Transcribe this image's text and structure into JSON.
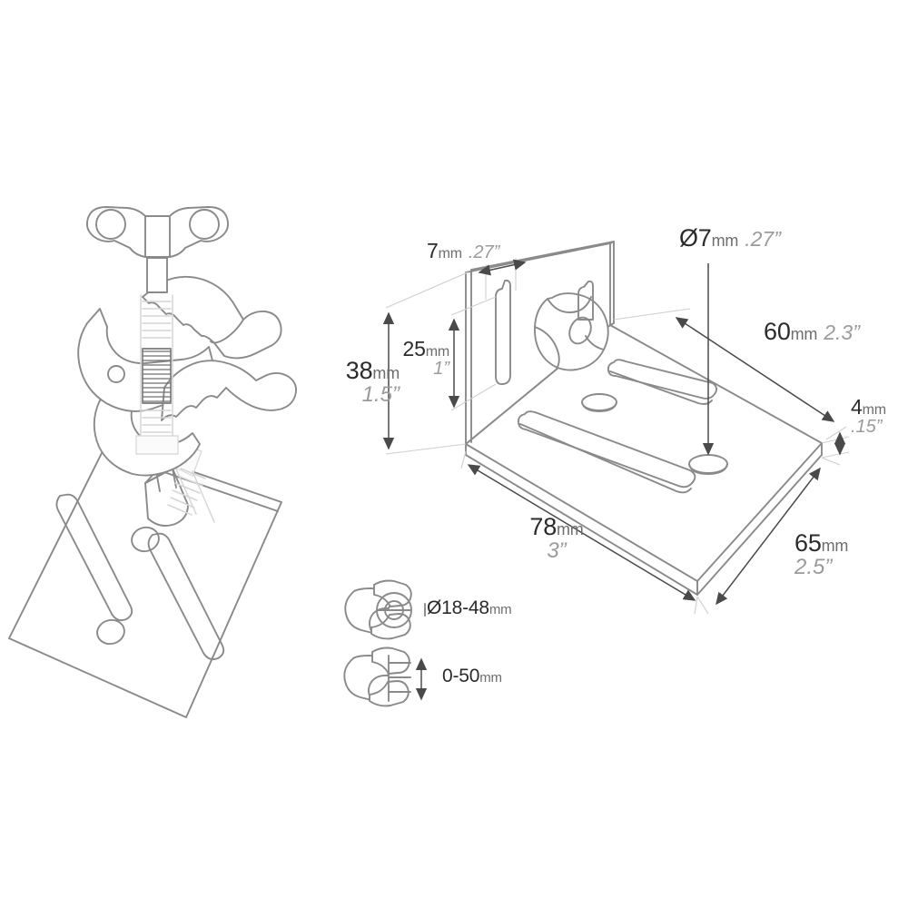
{
  "document": {
    "type": "product-dimension-drawing",
    "subject": "Super clamp with L-shaped mounting bracket",
    "background_color": "#ffffff",
    "line_color": "#8a8a8a",
    "value_text_color": "#2b2b2b",
    "unit_text_color": "#6d6d6d",
    "inch_text_color": "#9b9b9b"
  },
  "dimensions": {
    "plate_thickness_front": {
      "value": "7",
      "unit": "mm",
      "inch": ".27”"
    },
    "back_plate_height": {
      "value": "38",
      "unit": "mm",
      "inch": "1.5”"
    },
    "slot_height": {
      "value": "25",
      "unit": "mm",
      "inch": "1”"
    },
    "hole_diameter": {
      "value": "Ø7",
      "unit": "mm",
      "inch": ".27”"
    },
    "plate_depth": {
      "value": "60",
      "unit": "mm",
      "inch": "2.3”"
    },
    "plate_thickness": {
      "value": "4",
      "unit": "mm",
      "inch": ".15”"
    },
    "plate_width": {
      "value": "78",
      "unit": "mm",
      "inch": "3”"
    },
    "plate_length": {
      "value": "65",
      "unit": "mm",
      "inch": "2.5”"
    }
  },
  "clamp_specs": {
    "round_grip_range": {
      "value": "Ø18-48",
      "unit": "mm"
    },
    "flat_grip_range": {
      "value": "0-50",
      "unit": "mm"
    }
  },
  "views": {
    "main_assembly": "clamp mounted on mounting plate, isometric",
    "bracket": "L-shaped bracket with dual slots, round hole and knob, isometric",
    "detail_round": "clamp jaw gripping round tube, cross section",
    "detail_flat": "clamp jaw gripping flat bar, cross section"
  }
}
